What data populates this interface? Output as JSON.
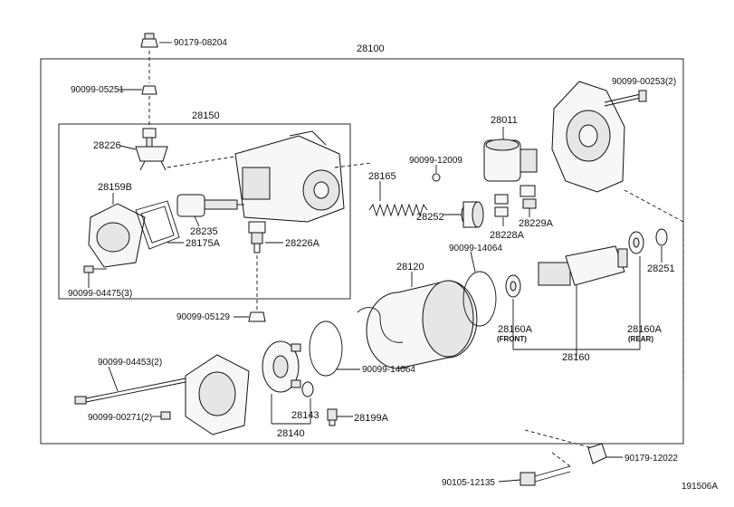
{
  "labels": {
    "p90179_08204": "90179-08204",
    "p28100": "28100",
    "p90099_05251": "90099-05251",
    "p90099_00253": "90099-00253(2)",
    "p28150": "28150",
    "p28011": "28011",
    "p28226": "28226",
    "p90099_12009": "90099-12009",
    "p28159B": "28159B",
    "p28165": "28165",
    "p28252": "28252",
    "p28228A": "28228A",
    "p28229A": "28229A",
    "p28235": "28235",
    "p28175A": "28175A",
    "p28226A": "28226A",
    "p90099_14064a": "90099-14064",
    "p28251": "28251",
    "p90099_04475": "90099-04475(3)",
    "p28120": "28120",
    "p90099_05129": "90099-05129",
    "p28160A_front": "28160A",
    "front": "(FRONT)",
    "p28160A_rear": "28160A",
    "rear": "(REAR)",
    "p28160": "28160",
    "p90099_04453": "90099-04453(2)",
    "p90099_14064b": "90099-14064",
    "p28143": "28143",
    "p28199A": "28199A",
    "p90099_00271": "90099-00271(2)",
    "p28140": "28140",
    "p90179_12022": "90179-12022",
    "p90105_12135": "90105-12135",
    "code": "191506A"
  },
  "colors": {
    "ink": "#111111",
    "fill": "#f7f7f7",
    "shade": "#e6e6e6"
  }
}
